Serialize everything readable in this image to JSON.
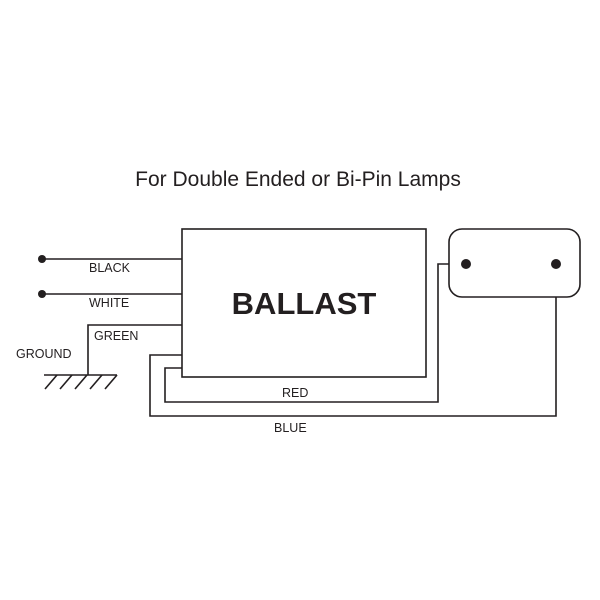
{
  "title": "For Double Ended or Bi-Pin Lamps",
  "ballast": {
    "label": "BALLAST"
  },
  "wires": {
    "black": "BLACK",
    "white": "WHITE",
    "green": "GREEN",
    "ground": "GROUND",
    "red": "RED",
    "blue": "BLUE"
  },
  "colors": {
    "ink": "#231f20",
    "background": "#ffffff"
  }
}
